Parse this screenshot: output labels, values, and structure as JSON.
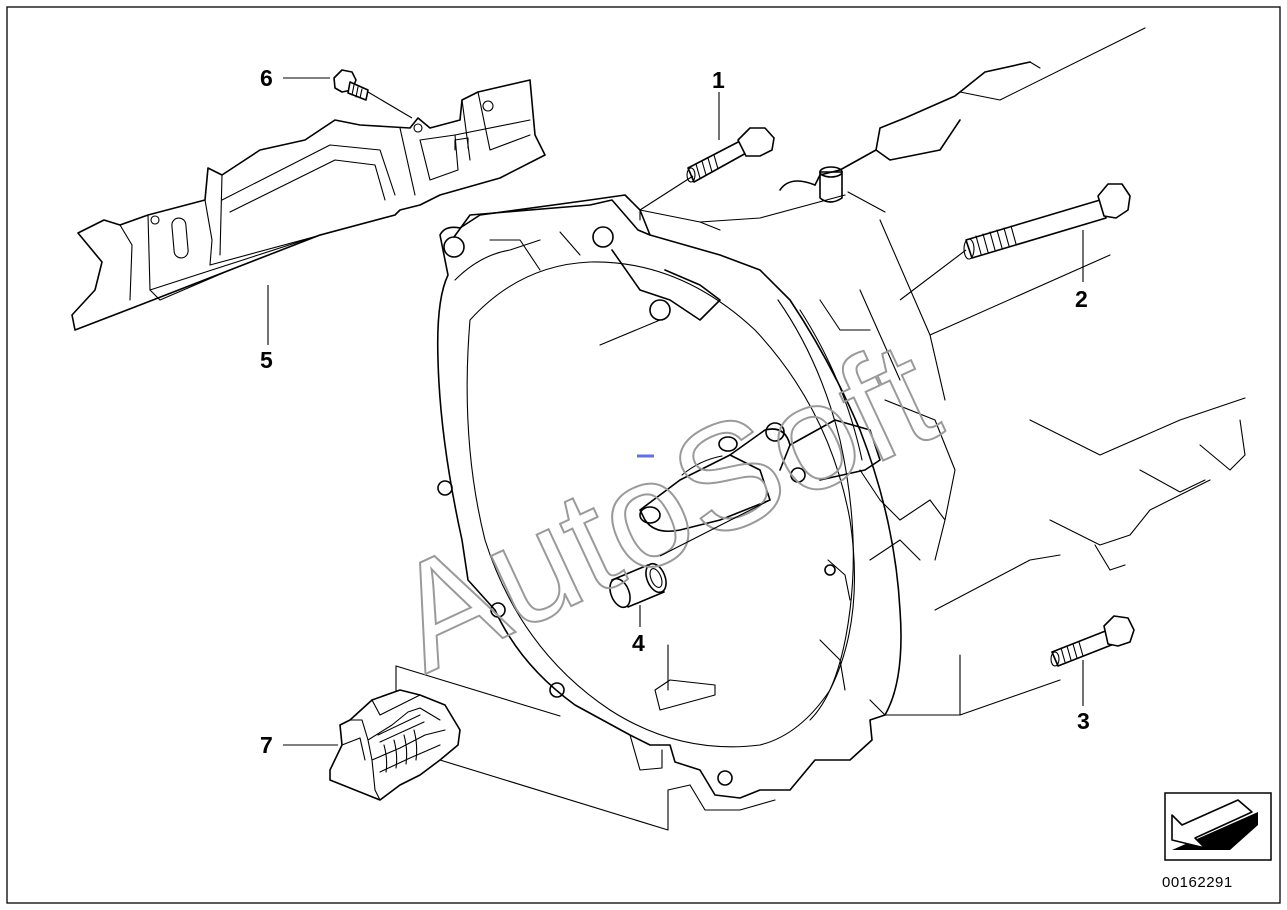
{
  "callouts": {
    "c1": "1",
    "c2": "2",
    "c3": "3",
    "c4": "4",
    "c5": "5",
    "c6": "6",
    "c7": "7"
  },
  "watermark": "AutoSoft",
  "reference_number": "00162291",
  "navigation_icon": "arrow-back-icon"
}
